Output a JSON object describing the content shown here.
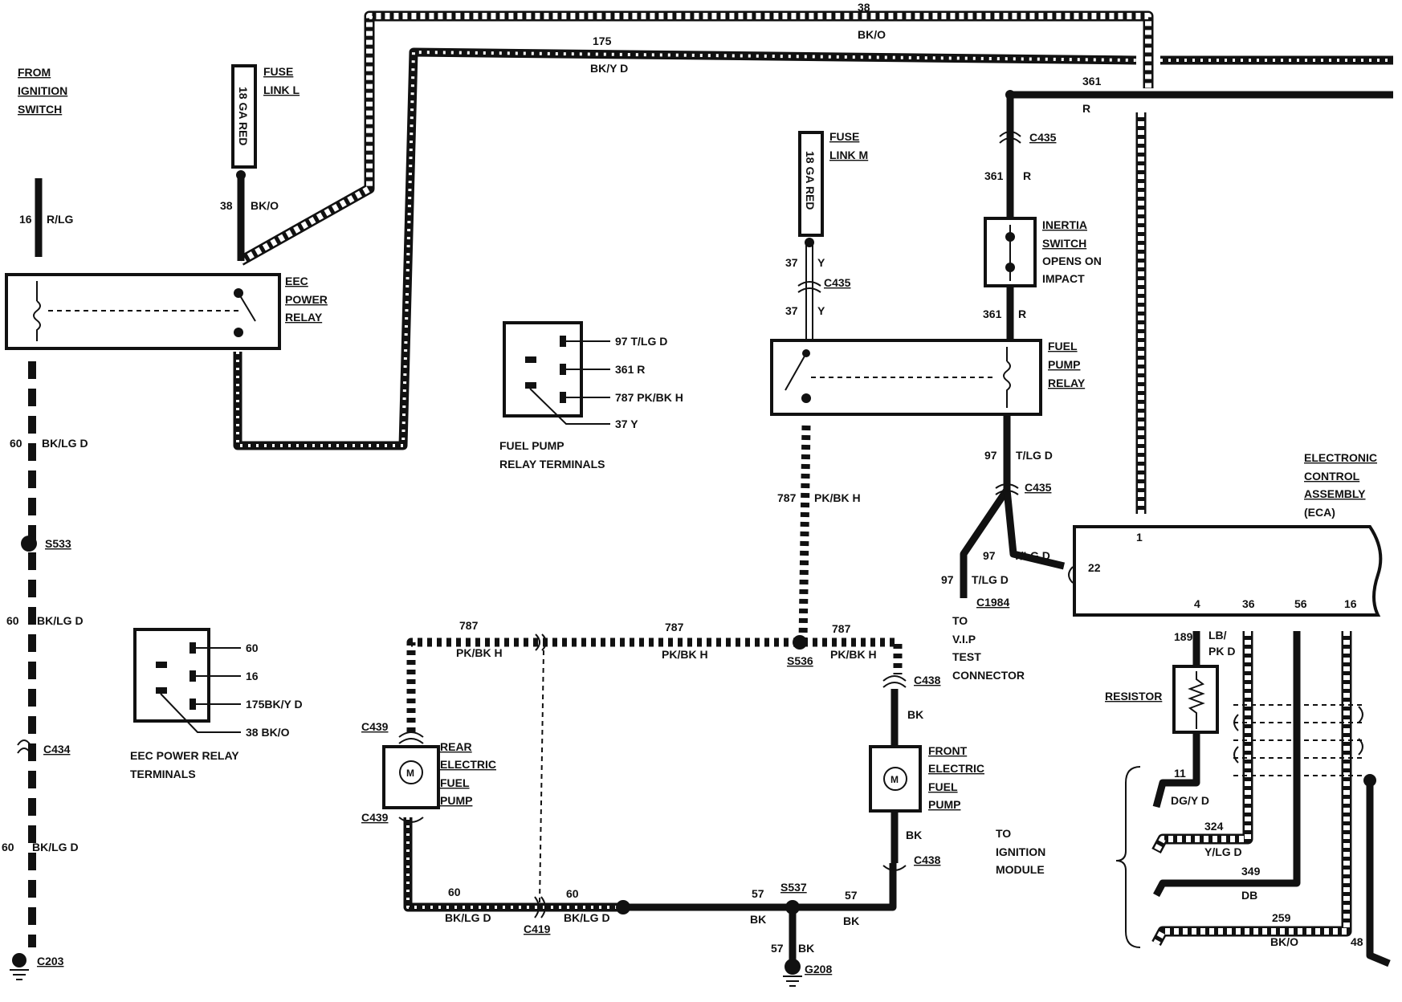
{
  "labels": {
    "from_ignition_1": "FROM",
    "from_ignition_2": "IGNITION",
    "from_ignition_3": "SWITCH",
    "fuse_l_1": "FUSE",
    "fuse_l_2": "LINK L",
    "fuse_m_1": "FUSE",
    "fuse_m_2": "LINK M",
    "fuse_ga": "18 GA RED",
    "eec_relay_1": "EEC",
    "eec_relay_2": "POWER",
    "eec_relay_3": "RELAY",
    "inertia_1": "INERTIA",
    "inertia_2": "SWITCH",
    "inertia_3": "OPENS ON",
    "inertia_4": "IMPACT",
    "fpr_1": "FUEL",
    "fpr_2": "PUMP",
    "fpr_3": "RELAY",
    "fpr_terms_1": "FUEL PUMP",
    "fpr_terms_2": "RELAY TERMINALS",
    "eec_terms_1": "EEC POWER RELAY",
    "eec_terms_2": "TERMINALS",
    "eca_1": "ELECTRONIC",
    "eca_2": "CONTROL",
    "eca_3": "ASSEMBLY",
    "eca_4": "(ECA)",
    "rear_1": "REAR",
    "rear_2": "ELECTRIC",
    "rear_3": "FUEL",
    "rear_4": "PUMP",
    "front_1": "FRONT",
    "front_2": "ELECTRIC",
    "front_3": "FUEL",
    "front_4": "PUMP",
    "vip_1": "TO",
    "vip_2": "V.I.P",
    "vip_3": "TEST",
    "vip_4": "CONNECTOR",
    "ign_mod_1": "TO",
    "ign_mod_2": "IGNITION",
    "ign_mod_3": "MODULE",
    "resistor": "RESISTOR",
    "motor": "M"
  },
  "wires": {
    "w38_top": "38",
    "w38_top_color": "BK/O",
    "w175": "175",
    "w175_color": "BK/Y D",
    "w361_top": "361",
    "w361_top_color": "R",
    "w16": "16",
    "w16_color": "R/LG",
    "w38": "38",
    "w38_color": "BK/O",
    "w60a": "60",
    "w60a_color": "BK/LG D",
    "w60b": "60",
    "w60b_color": "BK/LG D",
    "w60c": "60",
    "w60c_color": "BK/LG D",
    "w37a": "37",
    "w37a_color": "Y",
    "w37b": "37",
    "w37b_color": "Y",
    "w361a": "361",
    "w361a_color": "R",
    "w361b": "361",
    "w361b_color": "R",
    "w97a": "97",
    "w97a_color": "T/LG D",
    "w97b": "97",
    "w97b_color": "T/LG D",
    "w97c": "97",
    "w97c_color": "T/LG D",
    "w787_vert": "787",
    "w787_vert_color": "PK/BK H",
    "w787_l": "787",
    "w787_l_color": "PK/BK H",
    "w787_m": "787",
    "w787_m_color": "PK/BK H",
    "w787_r": "787",
    "w787_r_color": "PK/BK H",
    "bk_top": "BK",
    "bk_bot": "BK",
    "w60_bl": "60",
    "w60_bl_color": "BK/LG D",
    "w60_bm": "60",
    "w60_bm_color": "BK/LG D",
    "w57_l": "57",
    "w57_l_color": "BK",
    "w57_r": "57",
    "w57_r_color": "BK",
    "w57_g": "57",
    "w57_g_color": "BK",
    "w189": "189",
    "w189_color": "LB/",
    "w189_color2": "PK D",
    "w11": "11",
    "w11_color": "DG/Y D",
    "w324": "324",
    "w324_color": "Y/LG D",
    "w349": "349",
    "w349_color": "DB",
    "w259": "259",
    "w259_color": "BK/O",
    "w48": "48"
  },
  "connectors": {
    "c435_top": "C435",
    "c435_37": "C435",
    "c435_97": "C435",
    "c1984": "C1984",
    "c438_top": "C438",
    "c438_bot": "C438",
    "c439_top": "C439",
    "c439_bot": "C439",
    "c419": "C419",
    "c434": "C434",
    "c203": "C203",
    "s533": "S533",
    "s536": "S536",
    "s537": "S537",
    "g208": "G208"
  },
  "eca_pins": {
    "p1": "1",
    "p22": "22",
    "p4": "4",
    "p36": "36",
    "p56": "56",
    "p16": "16"
  },
  "fpr_terminals": [
    "97 T/LG D",
    "361 R",
    "787  PK/BK H",
    "37 Y"
  ],
  "eec_terminals": [
    "60",
    "16",
    "175BK/Y D",
    "38 BK/O"
  ]
}
